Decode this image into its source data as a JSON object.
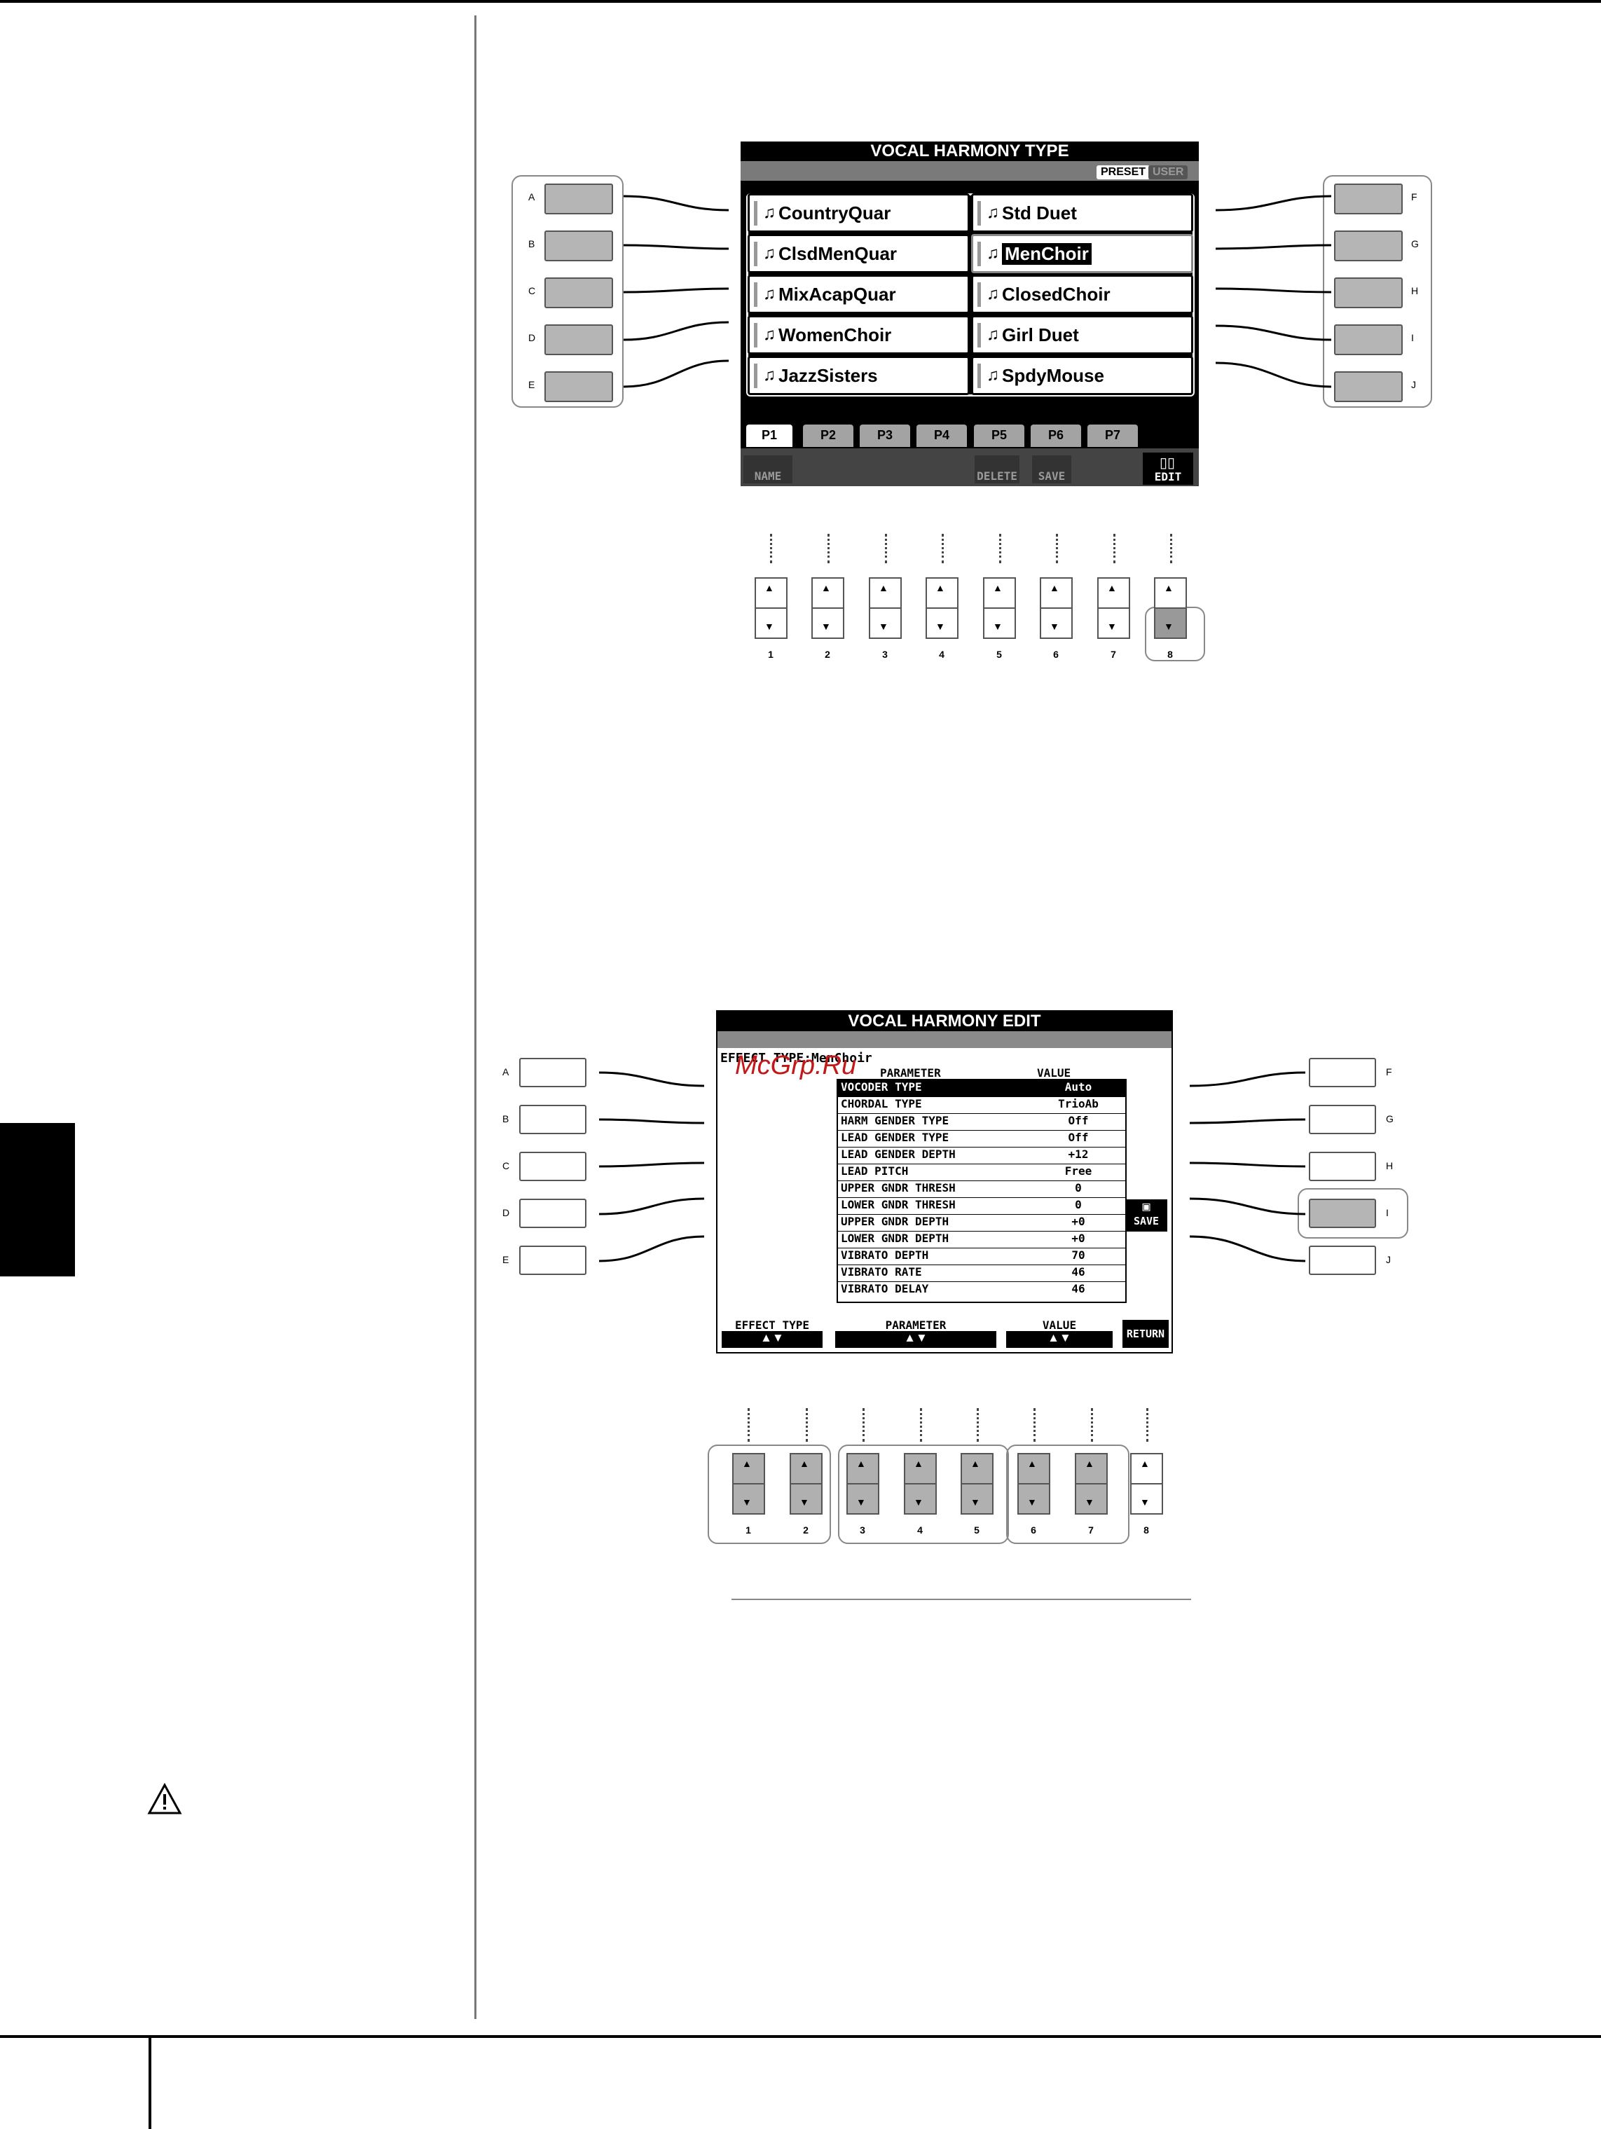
{
  "type_screen": {
    "title": "VOCAL HARMONY TYPE",
    "bank_tabs": {
      "preset": "PRESET",
      "user": "USER"
    },
    "left_items": [
      {
        "label": "CountryQuar",
        "selected": false
      },
      {
        "label": "ClsdMenQuar",
        "selected": false
      },
      {
        "label": "MixAcapQuar",
        "selected": false
      },
      {
        "label": "WomenChoir",
        "selected": false
      },
      {
        "label": "JazzSisters",
        "selected": false
      }
    ],
    "right_items": [
      {
        "label": "Std Duet",
        "selected": false
      },
      {
        "label": "MenChoir",
        "selected": true
      },
      {
        "label": "ClosedChoir",
        "selected": false
      },
      {
        "label": "Girl Duet",
        "selected": false
      },
      {
        "label": "SpdyMouse",
        "selected": false
      }
    ],
    "pages": [
      "P1",
      "P2",
      "P3",
      "P4",
      "P5",
      "P6",
      "P7"
    ],
    "active_page": "P1",
    "functions": {
      "name": "NAME",
      "delete": "DELETE",
      "save": "SAVE",
      "edit": "EDIT"
    }
  },
  "type_side_labels": {
    "left": [
      "A",
      "B",
      "C",
      "D",
      "E"
    ],
    "right": [
      "F",
      "G",
      "H",
      "I",
      "J"
    ]
  },
  "type_numbers": [
    "1",
    "2",
    "3",
    "4",
    "5",
    "6",
    "7",
    "8"
  ],
  "edit_screen": {
    "title": "VOCAL HARMONY EDIT",
    "effect_type": "EFFECT TYPE:MenChoir",
    "col_parameter": "PARAMETER",
    "col_value": "VALUE",
    "rows": [
      {
        "p": "VOCODER TYPE",
        "v": "Auto"
      },
      {
        "p": "CHORDAL TYPE",
        "v": "TrioAb"
      },
      {
        "p": "HARM GENDER TYPE",
        "v": "Off"
      },
      {
        "p": "LEAD GENDER TYPE",
        "v": "Off"
      },
      {
        "p": "LEAD GENDER DEPTH",
        "v": "+12"
      },
      {
        "p": "LEAD PITCH",
        "v": "Free"
      },
      {
        "p": "UPPER GNDR THRESH",
        "v": "0"
      },
      {
        "p": "LOWER GNDR THRESH",
        "v": "0"
      },
      {
        "p": "UPPER GNDR DEPTH",
        "v": "+0"
      },
      {
        "p": "LOWER GNDR DEPTH",
        "v": "+0"
      },
      {
        "p": "VIBRATO DEPTH",
        "v": "70"
      },
      {
        "p": "VIBRATO RATE",
        "v": "46"
      },
      {
        "p": "VIBRATO DELAY",
        "v": "46"
      }
    ],
    "save_label": "SAVE",
    "bottom": {
      "effect_type": "EFFECT TYPE",
      "parameter": "PARAMETER",
      "value": "VALUE",
      "return": "RETURN"
    }
  },
  "edit_side_labels": {
    "left": [
      "A",
      "B",
      "C",
      "D",
      "E"
    ],
    "right": [
      "F",
      "G",
      "H",
      "I",
      "J"
    ]
  },
  "edit_numbers": [
    "1",
    "2",
    "3",
    "4",
    "5",
    "6",
    "7",
    "8"
  ],
  "watermark": "McGrp.Ru"
}
